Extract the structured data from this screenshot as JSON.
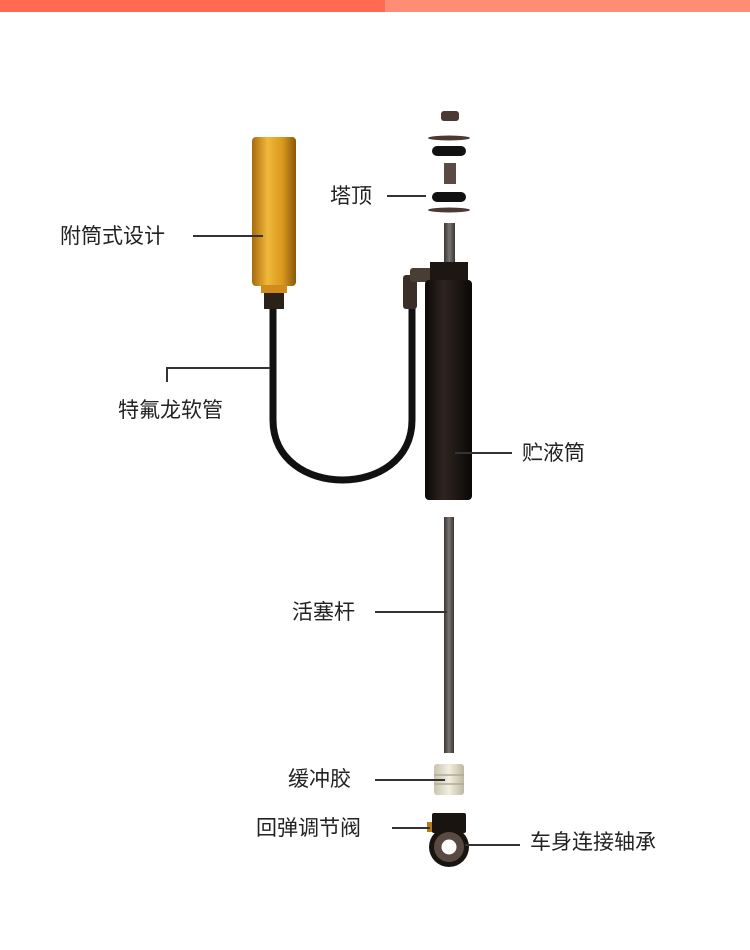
{
  "colors": {
    "bar_left": "#ff6a50",
    "bar_right": "#ff8c74",
    "label_text": "#222222",
    "leader_line": "#333333",
    "reservoir_gold": "#d99a1c",
    "hose": "#111111",
    "body": "#1a1410",
    "rod": "#5a5553",
    "bumper": "#e4e0cf"
  },
  "labels": {
    "reservoir_design": "附筒式设计",
    "top_mount": "塔顶",
    "ptfe_hose": "特氟龙软管",
    "reservoir_tube": "贮液筒",
    "piston_rod": "活塞杆",
    "bumper": "缓冲胶",
    "rebound_valve": "回弹调节阀",
    "body_bearing": "车身连接轴承"
  }
}
